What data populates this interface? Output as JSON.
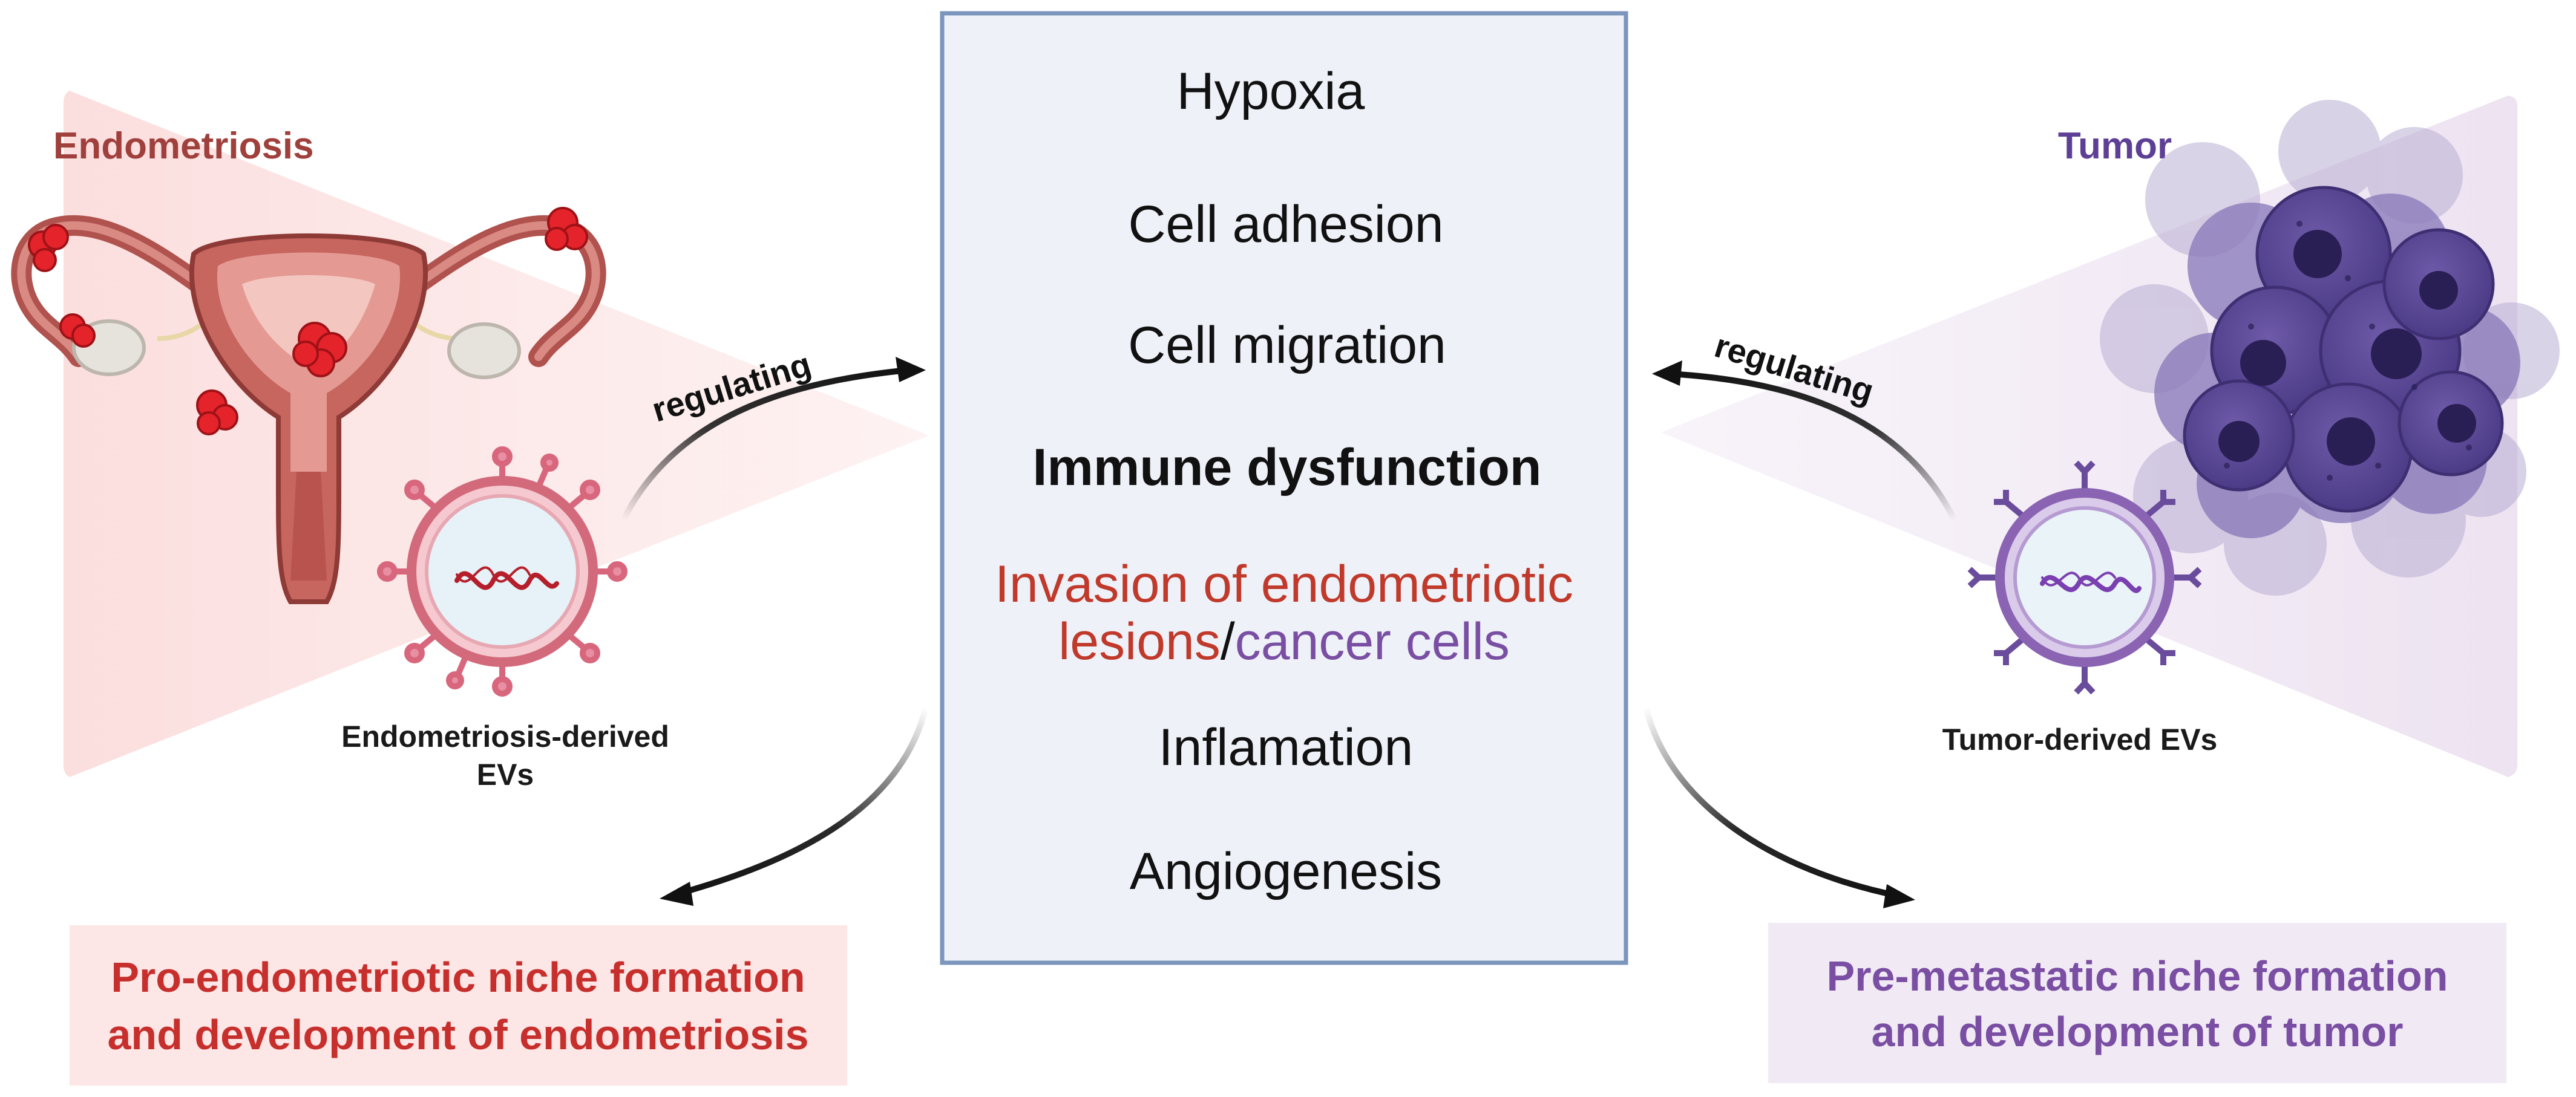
{
  "left_panel": {
    "title": "Endometriosis",
    "ev_caption_line1": "Endometriosis-derived",
    "ev_caption_line2": "EVs",
    "arrow_label": "regulating",
    "outcome_line1": "Pro-endometriotic niche formation",
    "outcome_line2": "and development of endometriosis",
    "accent_color": "#c0392b",
    "title_color": "#a0403c",
    "outcome_bg": "#fde6e6"
  },
  "right_panel": {
    "title": "Tumor",
    "ev_caption": "Tumor-derived EVs",
    "arrow_label": "regulating",
    "outcome_line1": "Pre-metastatic niche formation",
    "outcome_line2": "and development of tumor",
    "accent_color": "#7a4fa3",
    "title_color": "#5e3f96",
    "outcome_bg": "#f1eaf5"
  },
  "center_box": {
    "border_color": "#7b95bd",
    "background": "#eef2f8",
    "items": {
      "hypoxia": "Hypoxia",
      "adhesion": "Cell adhesion",
      "migration": "Cell migration",
      "immune": "Immune dysfunction",
      "invasion_line1": "Invasion of endometriotic",
      "invasion_line2_red": "lesions",
      "invasion_line2_sep": "/",
      "invasion_line2_purple": "cancer cells",
      "inflammation": "Inflamation",
      "angiogenesis": "Angiogenesis"
    }
  }
}
